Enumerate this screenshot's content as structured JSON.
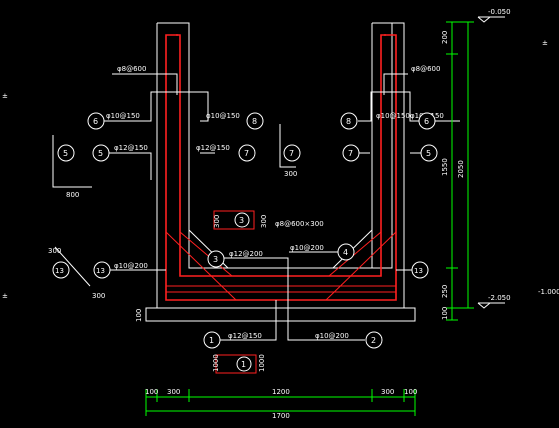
{
  "elevations": {
    "top": "-0.050",
    "middle": "-1.000",
    "bottom": "-2.050"
  },
  "dimensions": {
    "right_top": "200",
    "right_main": "1550",
    "right_total": "2050",
    "right_bottom": "250",
    "right_base": "100",
    "left_base": "100",
    "bottom_parts": [
      "100",
      "300",
      "1200",
      "300",
      "100"
    ],
    "bottom_total": "1700",
    "detail5_len": "800",
    "detail7_len": "300",
    "detail13_len": "300",
    "detail13_height": "300",
    "detail3_height": "300",
    "detail1_height": "1000"
  },
  "rebar_labels": {
    "top_left": "φ8@600",
    "top_right": "φ8@600",
    "r6_left": "φ10@150",
    "r8_left": "φ10@150",
    "r5_left": "φ12@150",
    "r7_left": "φ12@150",
    "r8_right": "φ10@150",
    "r6_right": "φ10@150",
    "mid_bar": "φ8@600×300",
    "r3": "φ12@200",
    "r4": "φ10@200",
    "r13_left": "φ10@200",
    "r1": "φ12@150",
    "r2": "φ10@200"
  },
  "markers": {
    "m1": "1",
    "m2": "2",
    "m3": "3",
    "m4": "4",
    "m5": "5",
    "m6": "6",
    "m7": "7",
    "m8": "8",
    "m13": "13"
  },
  "side_marks": {
    "left_upper": "±",
    "left_lower": "±"
  },
  "colors": {
    "background": "#000000",
    "outline": "#ffffff",
    "rebar": "#ff2020",
    "dimension": "#00ff00"
  }
}
